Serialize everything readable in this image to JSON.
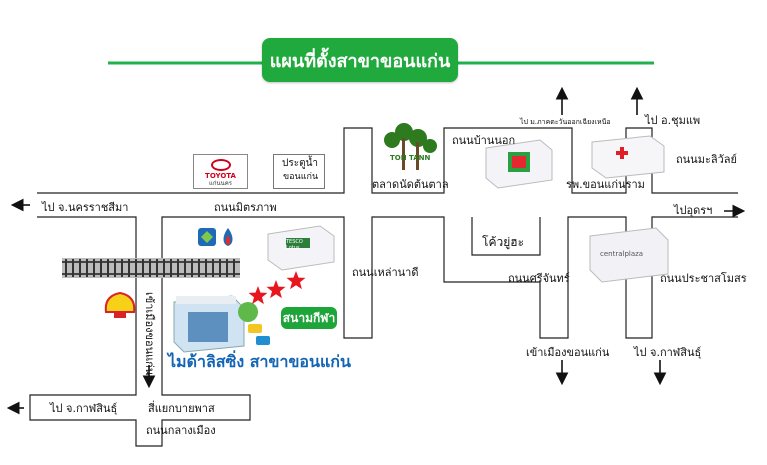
{
  "title": "แผนที่ตั้งสาขาขอนแก่น",
  "roads": {
    "to_nakhon_ratchasima": "ไป จ.นครราชสีมา",
    "mittraphap": "ถนนมิตรภาพ",
    "to_udon": "ไปอุดรฯ",
    "ban_nok": "ถนนบ้านนอก",
    "to_khon_kaen_uni": "ไป ม.ภาคตะวันออกเฉียงเหนือ",
    "to_chumphae": "ไป อ.ชุมแพ",
    "mali_wan": "ถนนมะลิวัลย์",
    "lao_na_di": "ถนนเหล่านาดี",
    "si_chan": "ถนนศรีจันทร์",
    "into_city_left": "เข้าเมืองขอนแก่น",
    "into_city_center": "เข้าเมืองขอนแก่น",
    "prachasamosorn": "ถนนประชาสโมสร",
    "to_kalasin_right": "ไป จ.กาฬสินธุ์",
    "to_kalasin_left": "ไป จ.กาฬสินธุ์",
    "bypass_junction": "สี่แยกบายพาส",
    "klang_muang": "ถนนกลางเมือง"
  },
  "landmarks": {
    "toyota_brand": "TOYOTA",
    "toyota_name": "แก่นนคร",
    "pratu_nam": "ประตูน้ำ",
    "pratu_nam_2": "ขอนแก่น",
    "ton_tann_logo": "TON TANN",
    "ton_tann": "ตลาดนัดต้นตาล",
    "hospital": "รพ.ขอนแก่นราม",
    "kosa": "โค้วยู่ฮะ",
    "central_plaza": "centralplaza",
    "stadium": "สนามกีฬา",
    "tesco": "TESCO Lotus"
  },
  "branch_label": "ไมด้าลิสซิ่ง สาขาขอนแก่น",
  "colors": {
    "title_bg": "#20a93c",
    "line_green": "#22b14c",
    "star_red": "#e8171f",
    "branch_blue": "#1565b5",
    "shell_yellow": "#f7d117",
    "shell_red": "#d8232a"
  }
}
